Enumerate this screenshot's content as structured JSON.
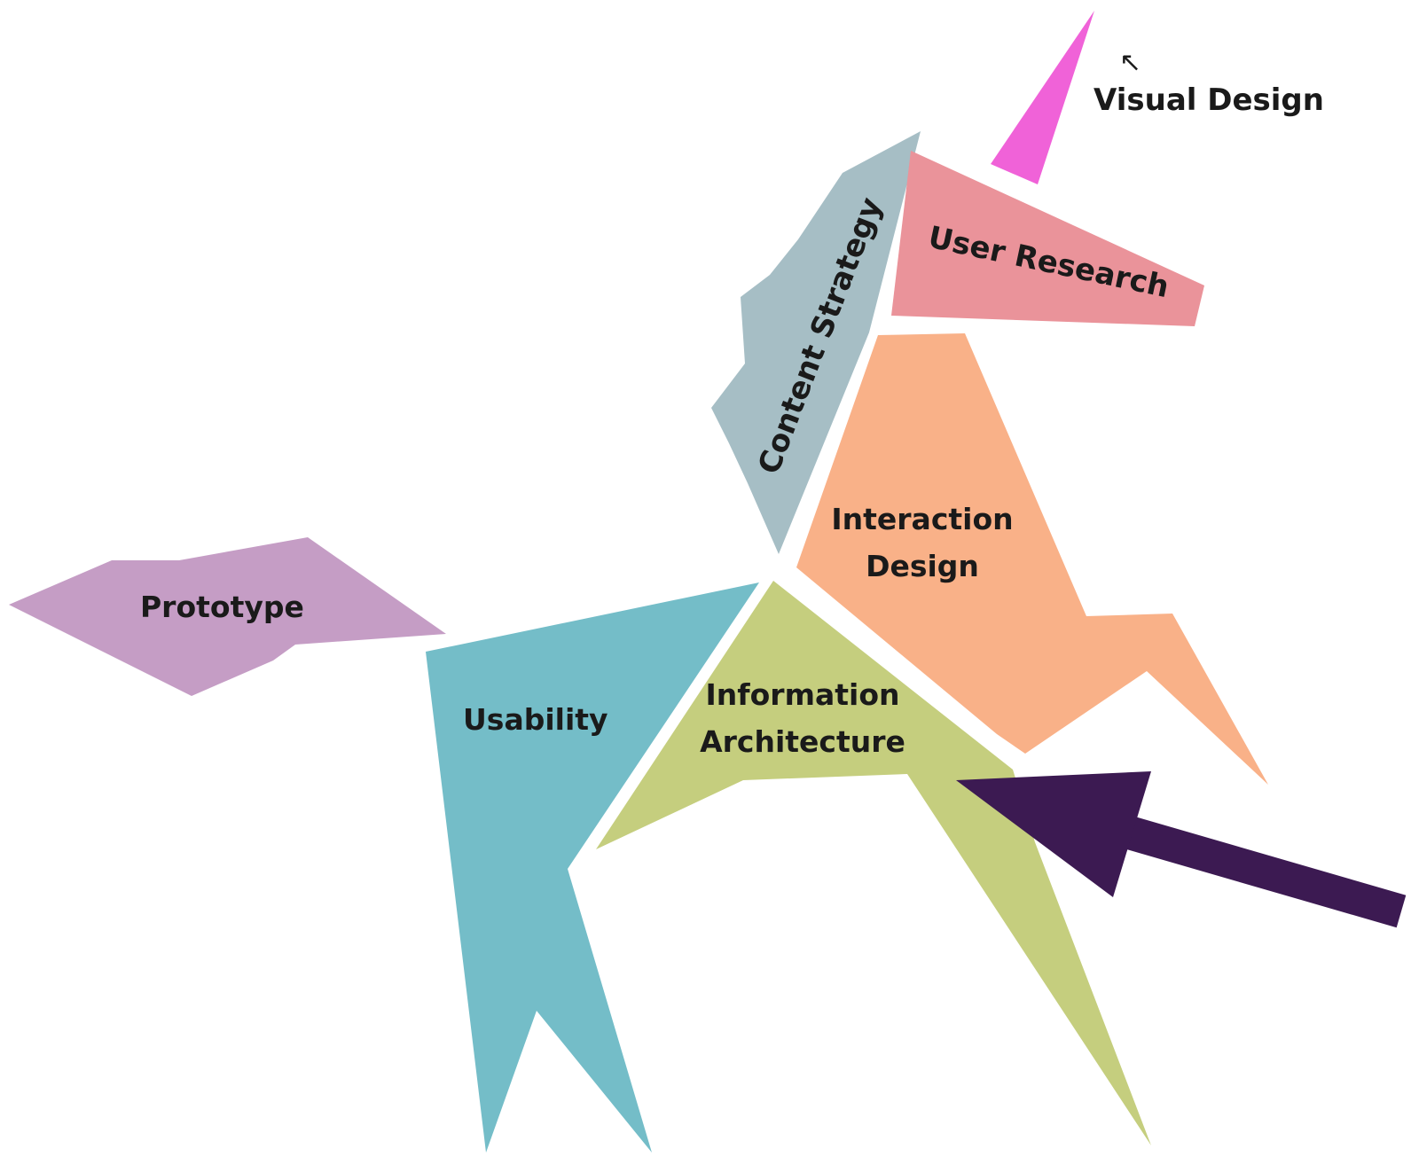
{
  "diagram": {
    "type": "origami-unicorn",
    "pieces": [
      {
        "id": "visual-design",
        "label_lines": [
          "Visual Design"
        ],
        "color": "#F062D8"
      },
      {
        "id": "content-strategy",
        "label_lines": [
          "Content Strategy"
        ],
        "color": "#A6BEC5"
      },
      {
        "id": "user-research",
        "label_lines": [
          "User Research"
        ],
        "color": "#EA939A"
      },
      {
        "id": "interaction-design",
        "label_lines": [
          "Interaction",
          "Design"
        ],
        "color": "#F9B188"
      },
      {
        "id": "prototype",
        "label_lines": [
          "Prototype"
        ],
        "color": "#C59DC5"
      },
      {
        "id": "usability",
        "label_lines": [
          "Usability"
        ],
        "color": "#74BDC8"
      },
      {
        "id": "information-architecture",
        "label_lines": [
          "Information",
          "Architecture"
        ],
        "color": "#C5CE7E"
      }
    ],
    "pointer_arrow": {
      "color": "#3C1A52",
      "target": "information-architecture"
    },
    "small_arrow_glyph": "↖"
  }
}
